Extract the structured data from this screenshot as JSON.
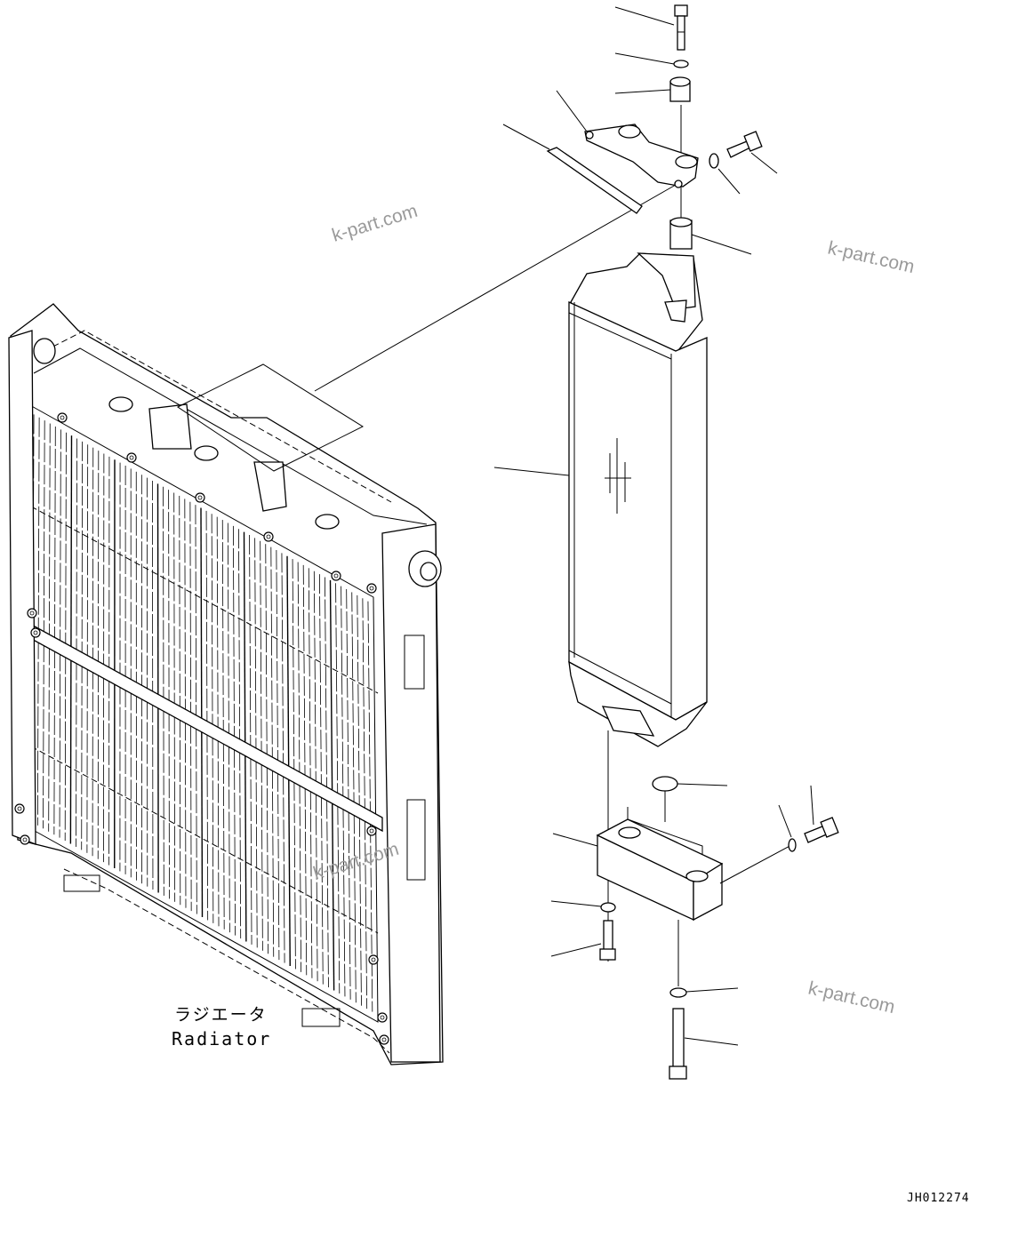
{
  "diagram": {
    "labels": {
      "radiator_jp": "ラジエータ",
      "radiator_en": "Radiator",
      "drawing_code": "JH012274"
    },
    "watermarks": [
      "k-part.com",
      "k-part.com",
      "k-part.com",
      "k-part.com"
    ],
    "colors": {
      "line": "#000000",
      "watermark": "#9a9a9a",
      "background": "#ffffff"
    }
  }
}
